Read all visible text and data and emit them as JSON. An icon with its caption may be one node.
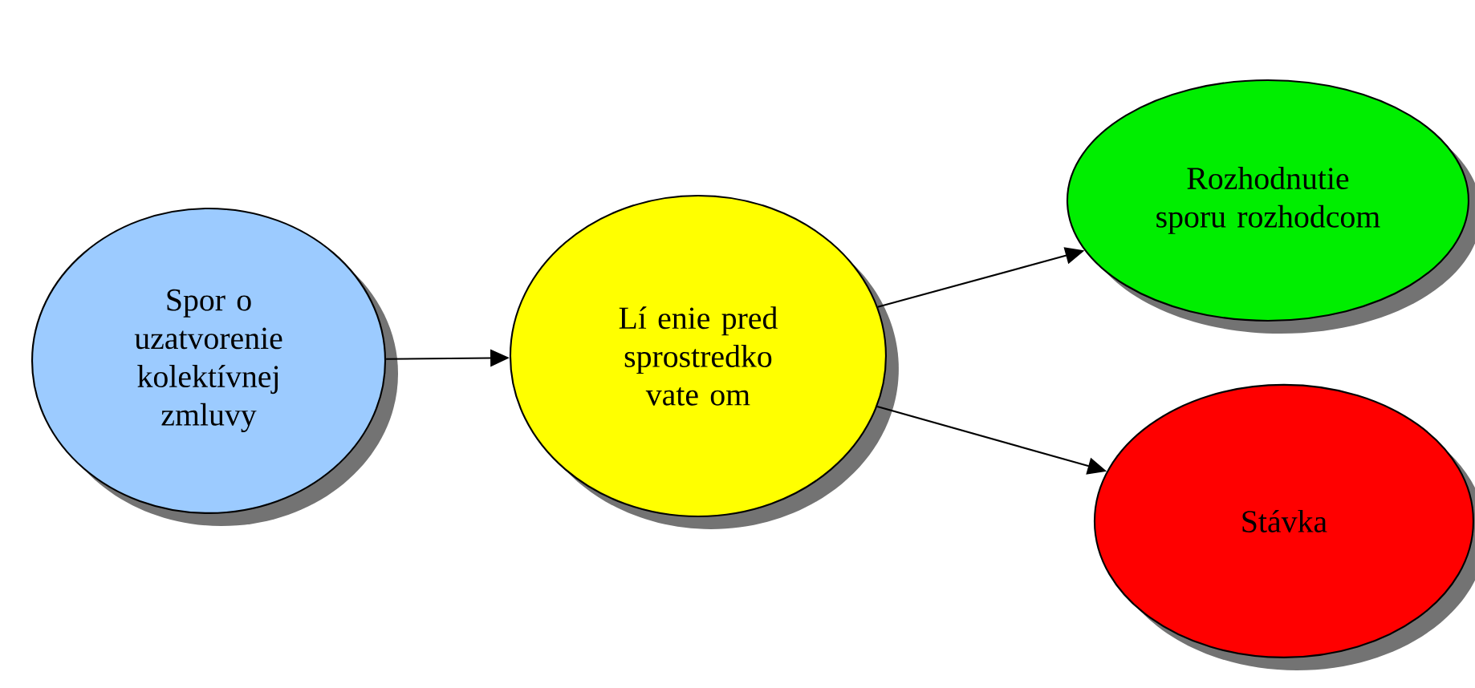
{
  "diagram": {
    "nodes": [
      {
        "text": [
          "Spor o uzatvorenie kolektívnej zmluvy"
        ]
      },
      {
        "text": [
          "Lí enie pred sprostredko vate om"
        ]
      },
      {
        "text": [
          "Rozhodnutie sporu rozhodcom"
        ]
      },
      {
        "text": [
          "Stávka"
        ]
      }
    ],
    "edges": [
      {
        "from": 0,
        "to": 1,
        "arrow": "to"
      },
      {
        "from": 1,
        "to": 2,
        "arrow": "to"
      },
      {
        "from": 1,
        "to": 3,
        "arrow": "to"
      }
    ]
  }
}
